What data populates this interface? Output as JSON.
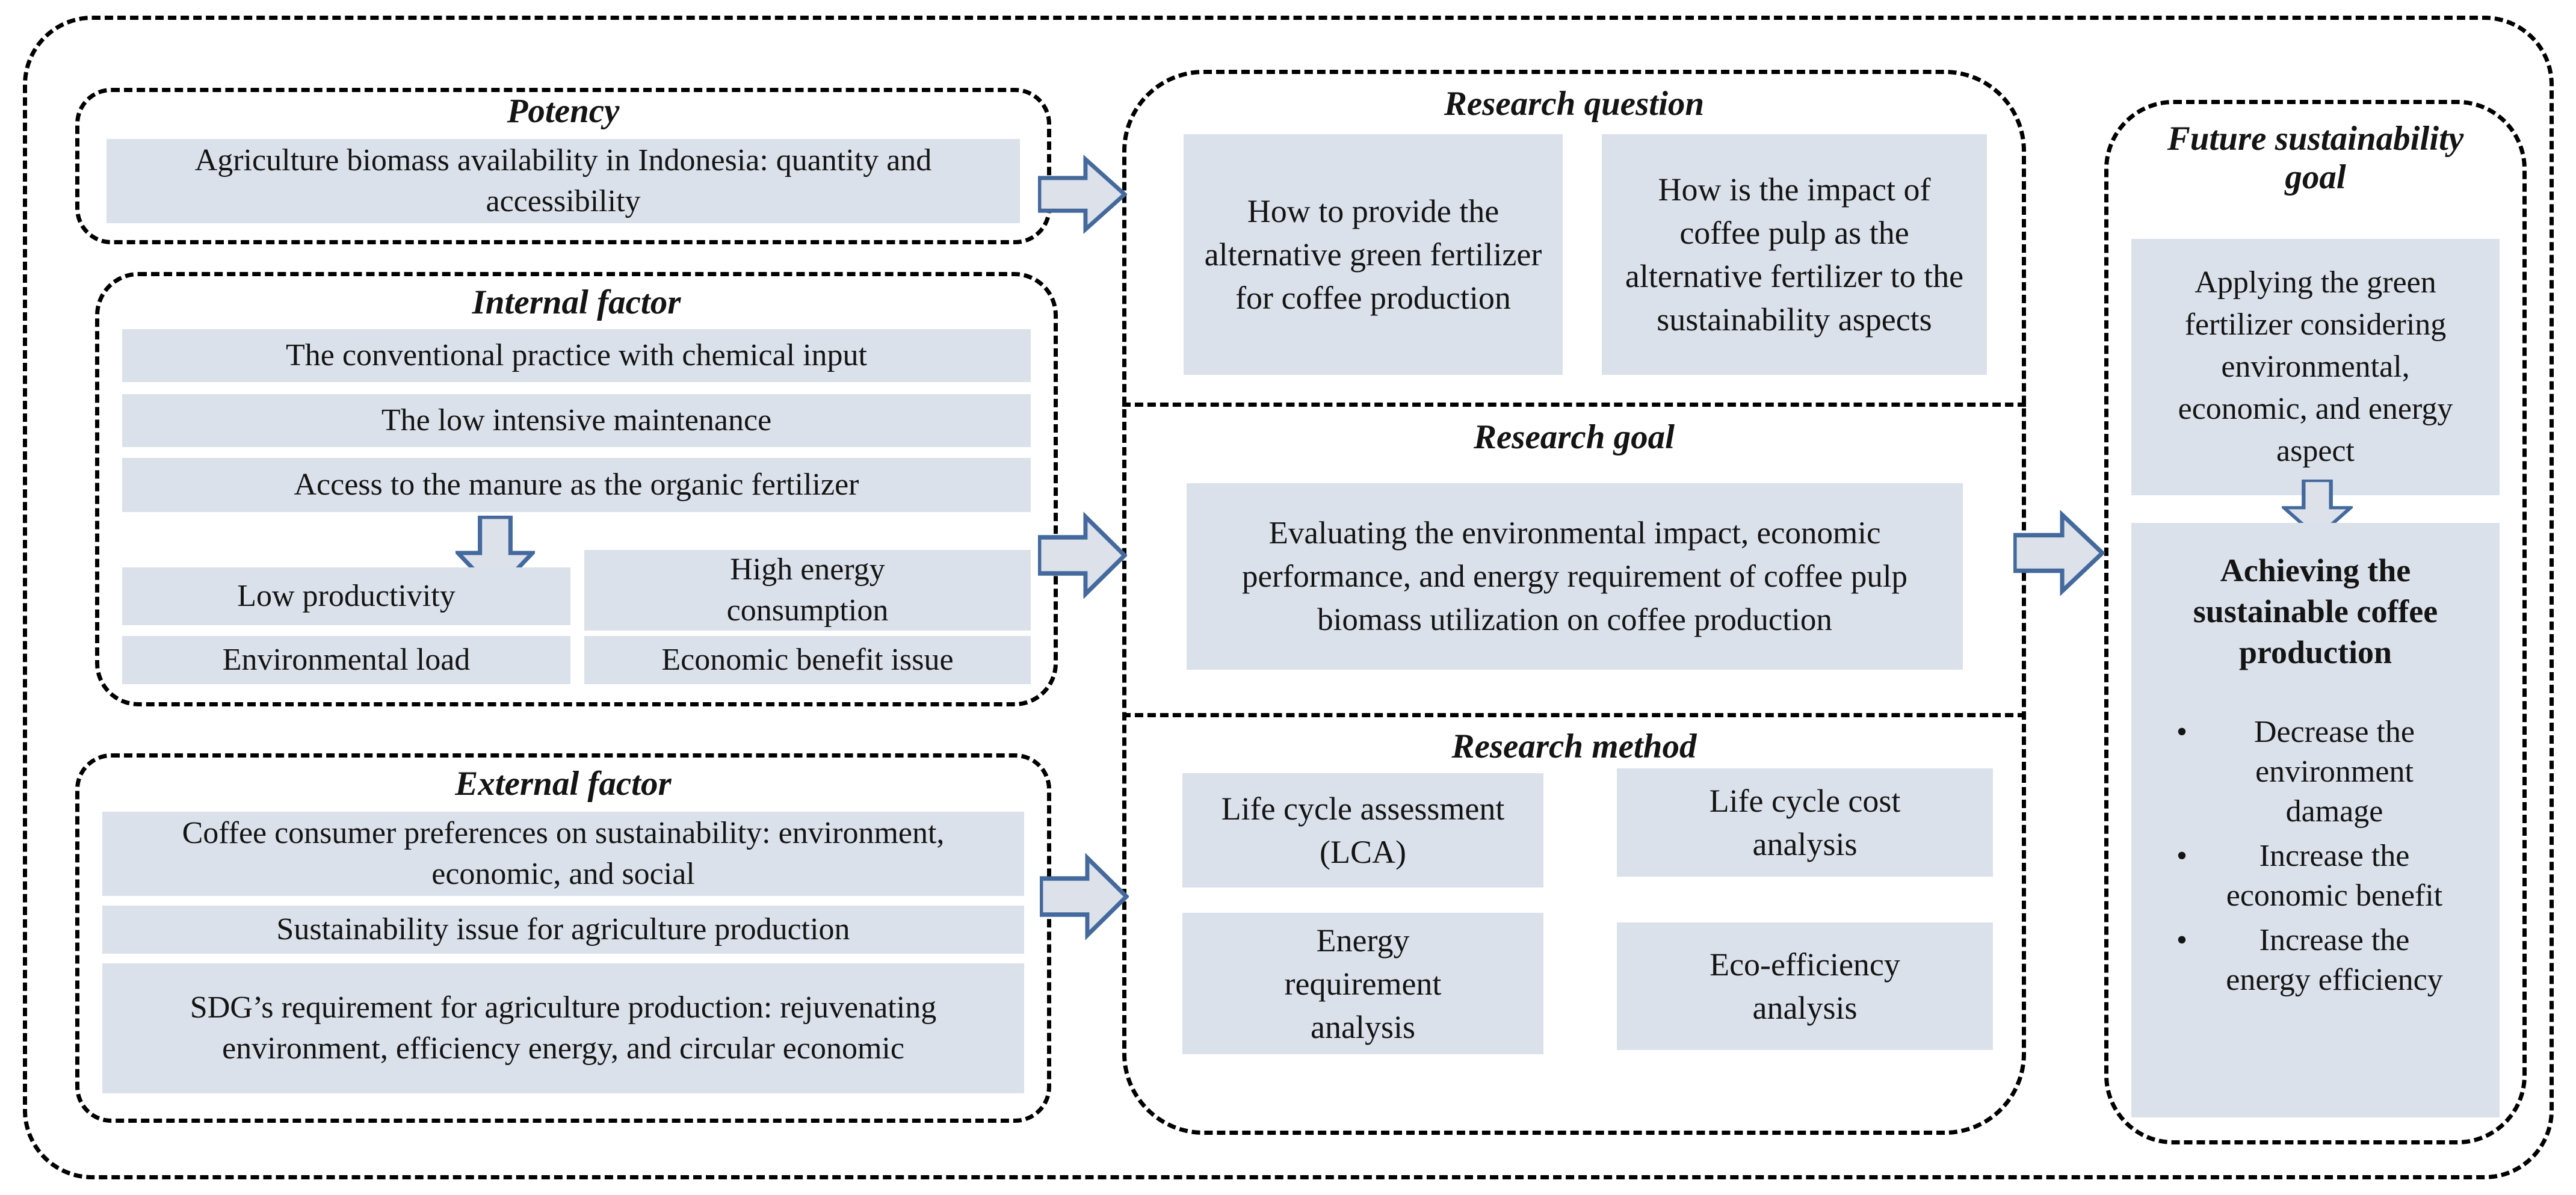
{
  "diagram": {
    "potency": {
      "title": "Potency",
      "item": "Agriculture biomass availability in Indonesia: quantity and accessibility"
    },
    "internal_factor": {
      "title": "Internal factor",
      "items": [
        "The conventional practice with chemical input",
        "The low intensive maintenance",
        "Access to the manure as the organic fertilizer"
      ],
      "consequences": [
        "Low productivity",
        "High energy consumption",
        "Environmental load",
        "Economic benefit issue"
      ]
    },
    "external_factor": {
      "title": "External factor",
      "items": [
        "Coffee consumer preferences on sustainability: environment, economic, and social",
        "Sustainability issue for agriculture production",
        "SDG’s requirement for agriculture production: rejuvenating environment, efficiency energy, and circular economic"
      ]
    },
    "research_question": {
      "title": "Research question",
      "items": [
        "How to provide the alternative green fertilizer for coffee production",
        "How is the impact of coffee pulp as the alternative fertilizer to the sustainability aspects"
      ]
    },
    "research_goal": {
      "title": "Research goal",
      "item": "Evaluating the environmental impact, economic performance, and energy requirement of coffee pulp biomass utilization on coffee production"
    },
    "research_method": {
      "title": "Research method",
      "items": [
        "Life cycle assessment (LCA)",
        "Life cycle cost analysis",
        "Energy requirement analysis",
        "Eco-efficiency analysis"
      ]
    },
    "future_goal": {
      "title": "Future sustainability goal",
      "applying": "Applying the green fertilizer considering environmental, economic, and energy aspect",
      "achieving": "Achieving the sustainable coffee production",
      "bullets": [
        "Decrease the environment damage",
        "Increase the economic benefit",
        "Increase the energy efficiency"
      ]
    },
    "colors": {
      "box_fill": "#dbe1ea",
      "arrow_fill": "#dce1ea",
      "arrow_stroke": "#44699d",
      "border": "#000000",
      "text": "#141414"
    }
  }
}
